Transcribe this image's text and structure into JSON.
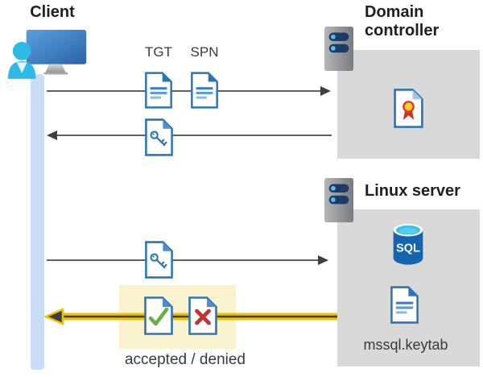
{
  "client": {
    "label": "Client"
  },
  "domain_controller": {
    "label": "Domain controller"
  },
  "linux_server": {
    "label": "Linux server",
    "sql_badge": "SQL",
    "keytab_label": "mssql.keytab"
  },
  "messages": {
    "tgt_label": "TGT",
    "spn_label": "SPN",
    "result_caption": "accepted / denied"
  },
  "icons": {
    "client": "client-workstation-icon",
    "domain_controller": "server-tower-icon",
    "linux_server": "server-tower-icon",
    "certificate": "certificate-document-icon",
    "ticket": "key-document-icon",
    "tgt": "document-icon",
    "spn": "document-icon",
    "keytab": "document-icon",
    "accepted": "check-document-icon",
    "denied": "x-document-icon",
    "database": "sql-database-icon"
  },
  "colors": {
    "box_gray": "#D9D9D9",
    "highlight_yellow_bg": "#FAF3CF",
    "highlight_arrow_yellow": "#EFC100",
    "doc_blue": "#2E75B6",
    "check_green": "#6BAE47",
    "deny_red": "#C23434",
    "timeline_blue": "#C9DDF6",
    "arrow_gray": "#4A4A4A",
    "sql_blue": "#1565AE",
    "person_cyan": "#2FB9E9"
  }
}
